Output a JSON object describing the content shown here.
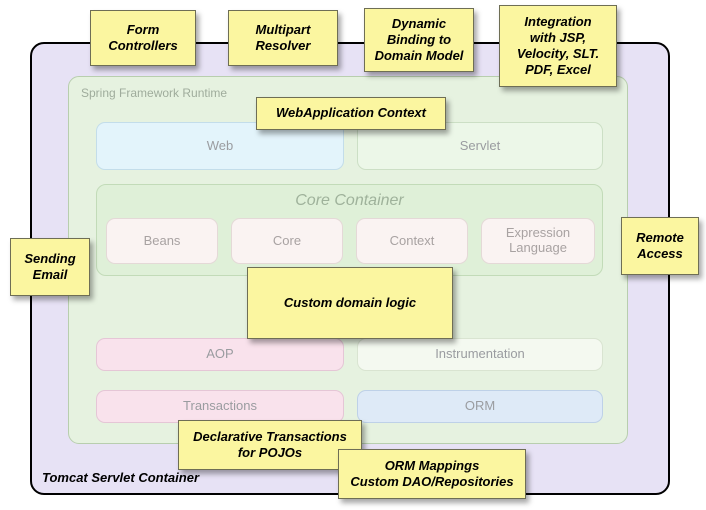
{
  "tomcat": {
    "label": "Tomcat Servlet Container"
  },
  "runtime": {
    "label": "Spring Framework Runtime"
  },
  "modules": {
    "web": "Web",
    "servlet": "Servlet",
    "core_container_title": "Core Container",
    "beans": "Beans",
    "core": "Core",
    "context": "Context",
    "expression_language": "Expression\nLanguage",
    "aop": "AOP",
    "instrumentation": "Instrumentation",
    "transactions": "Transactions",
    "orm": "ORM"
  },
  "notes": {
    "form_controllers": "Form\nControllers",
    "multipart_resolver": "Multipart\nResolver",
    "dynamic_binding": "Dynamic\nBinding to\nDomain Model",
    "integration": "Integration\nwith JSP,\nVelocity, SLT.\nPDF, Excel",
    "webapplication_context": "WebApplication Context",
    "sending_email": "Sending\nEmail",
    "remote_access": "Remote\nAccess",
    "custom_domain_logic": "Custom domain logic",
    "declarative_transactions": "Declarative Transactions\nfor POJOs",
    "orm_mappings": "ORM Mappings\nCustom DAO/Repositories"
  },
  "colors": {
    "note_fill": "#FBF6A0",
    "outer_fill": "#E7E2F5",
    "runtime_fill": "#E6F2E0",
    "web_fill": "#E3F4FB",
    "servlet_fill": "#ECF7E8",
    "core_container_fill": "#DFF0D8",
    "subbox_fill": "#FAF3F2",
    "aop_fill": "#F9E2EC",
    "instrumentation_fill": "#F4F9F0",
    "transactions_fill": "#F9E2EC",
    "orm_fill": "#DEEAF7"
  }
}
